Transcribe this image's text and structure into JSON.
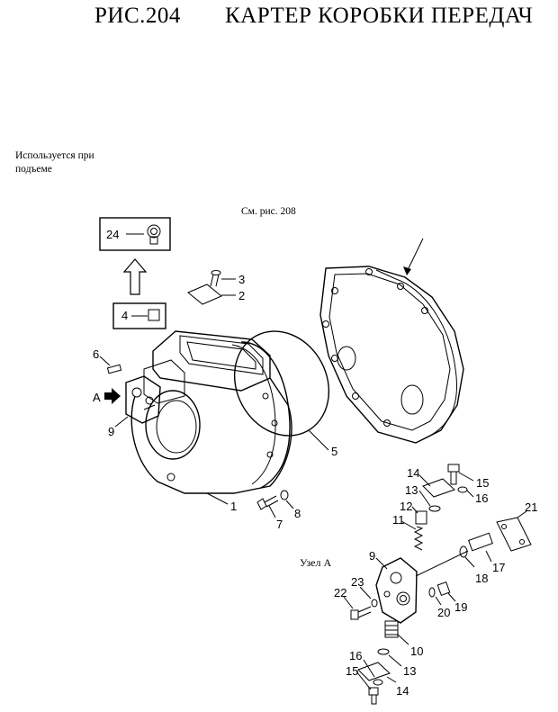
{
  "title": {
    "figure": "РИС.204",
    "name": "КАРТЕР КОРОБКИ ПЕРЕДАЧ"
  },
  "note": {
    "line1": "Используется при",
    "line2": "подъеме"
  },
  "reference": "См. рис. 208",
  "detail_label": "Узел А",
  "view_marker": "А",
  "callouts": {
    "p1": "1",
    "p2": "2",
    "p3": "3",
    "p4": "4",
    "p5": "5",
    "p6": "6",
    "p7": "7",
    "p8": "8",
    "p9": "9",
    "p24": "24",
    "d9": "9",
    "d10": "10",
    "d11": "11",
    "d12": "12",
    "d13a": "13",
    "d13b": "13",
    "d14a": "14",
    "d14b": "14",
    "d15a": "15",
    "d15b": "15",
    "d16a": "16",
    "d16b": "16",
    "d17": "17",
    "d18": "18",
    "d19": "19",
    "d20": "20",
    "d21": "21",
    "d22": "22",
    "d23": "23"
  }
}
